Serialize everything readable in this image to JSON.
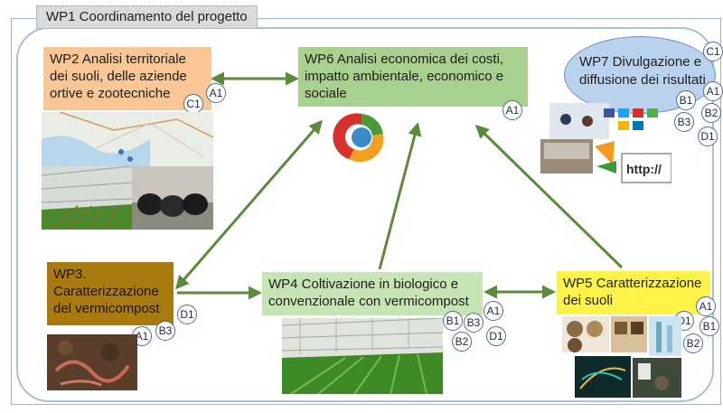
{
  "frame": {
    "title": "WP1 Coordinamento del progetto"
  },
  "wp2": {
    "text": "WP2 Analisi territoriale dei suoli, delle aziende ortive e zootecniche",
    "badges": [
      "A1",
      "C1"
    ]
  },
  "wp6": {
    "text": "WP6 Analisi economica dei costi, impatto ambientale, economico e sociale",
    "badges": [
      "A1"
    ]
  },
  "wp7": {
    "text": "WP7 Divulgazione e diffusione dei risultati",
    "badges": [
      "C1",
      "A1",
      "B1",
      "B2",
      "B3",
      "D1"
    ]
  },
  "wp3": {
    "text": "WP3. Caratterizzazione del vermicompost",
    "badges": [
      "D1",
      "A1",
      "B3"
    ]
  },
  "wp4": {
    "text": "WP4 Coltivazione in biologico e convenzionale con vermicompost",
    "badges": [
      "A1",
      "B1",
      "B3",
      "B2",
      "D1"
    ]
  },
  "wp5": {
    "text": "WP5 Caratterizzazione dei suoli",
    "badges": [
      "A1",
      "D1",
      "B1",
      "B2"
    ]
  },
  "colors": {
    "wp2": "#f9c696",
    "wp6": "#a9d08e",
    "wp3": "#a87a10",
    "wp4": "#c6e4b4",
    "wp5": "#fff347",
    "wp7": "#bad2ee",
    "arrow": "#5a8a3a"
  },
  "icons": [
    "map-image",
    "greenhouse-photo",
    "cattle-photo",
    "sustainability-cycle-icon",
    "worms-photo",
    "greenhouse-crops-photo",
    "soil-lab-photos",
    "media-icons-collage"
  ]
}
